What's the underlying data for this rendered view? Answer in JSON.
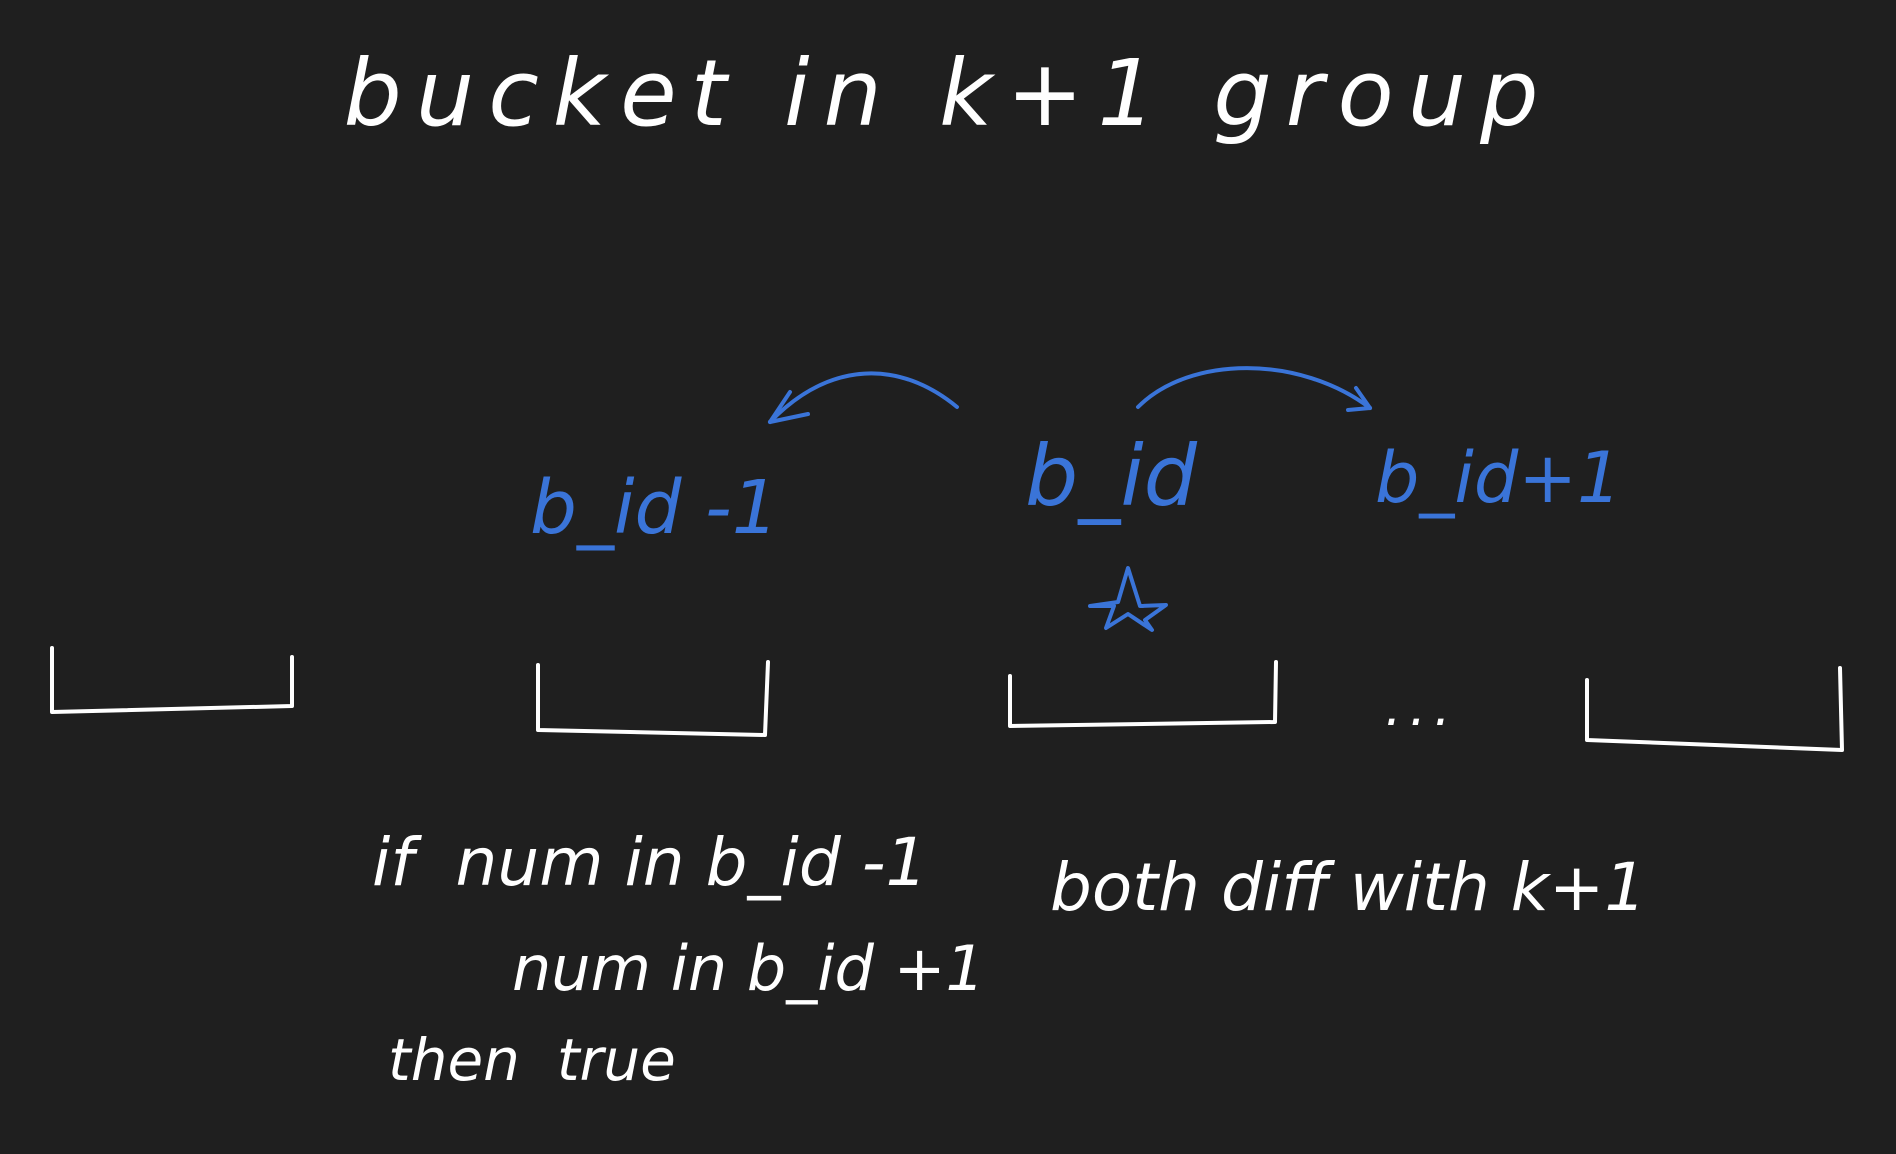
{
  "title": "bucket in k+1 group",
  "colors": {
    "background": "#1f1f1f",
    "ink": "#ffffff",
    "accent": "#3a74d8"
  },
  "labels": {
    "prev_bucket": "b_id -1",
    "current_bucket": "b_id",
    "next_bucket": "b_id+1",
    "ellipsis": "...",
    "star_icon": "star-icon"
  },
  "notes": {
    "line1": "if  num in b_id -1",
    "line2": "num in b_id +1",
    "line3": "then  true",
    "side": "both diff with k+1"
  }
}
